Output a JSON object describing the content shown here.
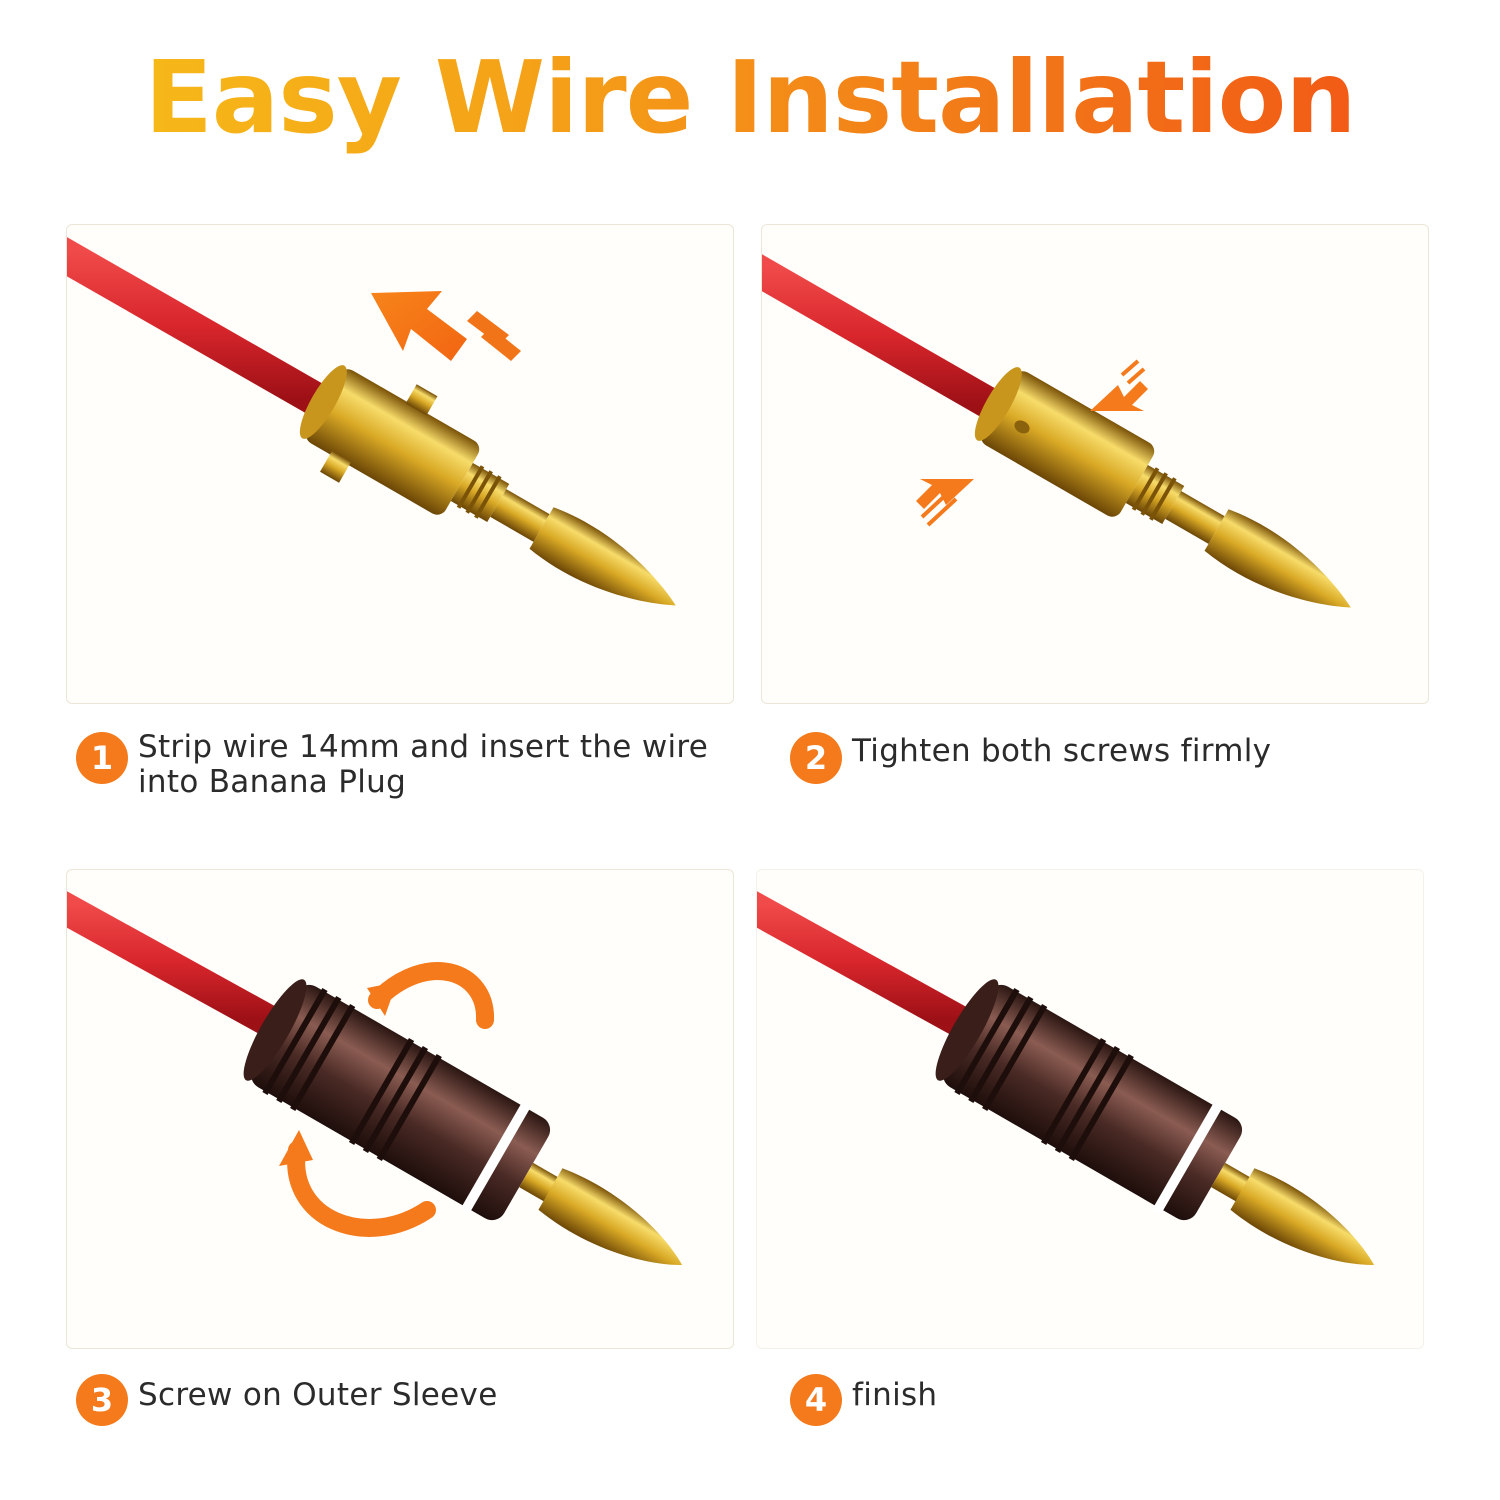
{
  "title": "Easy Wire Installation",
  "steps": [
    {
      "number": "1",
      "text": "Strip wire 14mm and insert the wire into Banana Plug"
    },
    {
      "number": "2",
      "text": "Tighten both screws firmly"
    },
    {
      "number": "3",
      "text": "Screw on Outer Sleeve"
    },
    {
      "number": "4",
      "text": "finish"
    }
  ],
  "colors": {
    "accent": "#f47a1c",
    "wire": "#d8262c",
    "gold": "#d9a925",
    "sleeve": "#4a2a25"
  },
  "icons": [
    "banana-plug-icon",
    "insert-arrow-icon",
    "press-arrow-icon",
    "rotate-arrow-icon"
  ]
}
